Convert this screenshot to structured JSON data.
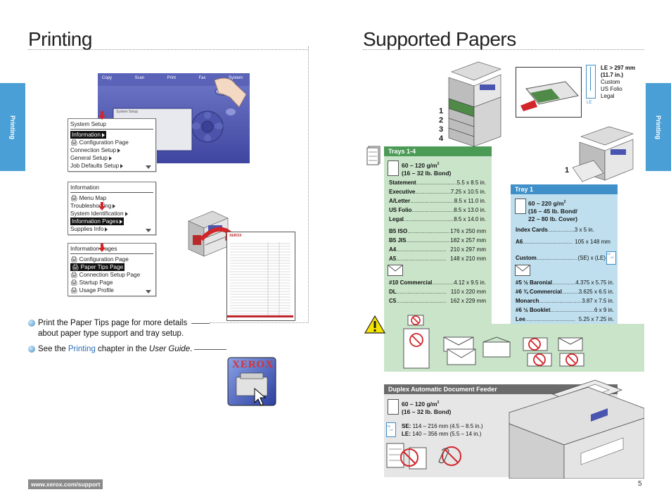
{
  "left_page": {
    "title": "Printing",
    "side_tab": "Printing",
    "panel_buttons": [
      "Copy",
      "Scan",
      "Print",
      "Fax",
      "System"
    ],
    "panel_screen_label": "System Setup",
    "menus": [
      {
        "header": "System Setup",
        "items": [
          {
            "label": "Information",
            "selected": true,
            "arrow": true,
            "icon": false
          },
          {
            "label": "Configuration Page",
            "selected": false,
            "arrow": false,
            "icon": true
          },
          {
            "label": "Connection Setup",
            "selected": false,
            "arrow": true,
            "icon": false
          },
          {
            "label": "General Setup",
            "selected": false,
            "arrow": true,
            "icon": false
          },
          {
            "label": "Job Defaults Setup",
            "selected": false,
            "arrow": true,
            "icon": false
          }
        ]
      },
      {
        "header": "Information",
        "items": [
          {
            "label": "Menu Map",
            "selected": false,
            "arrow": false,
            "icon": true
          },
          {
            "label": "Troubleshooting",
            "selected": false,
            "arrow": true,
            "icon": false
          },
          {
            "label": "System Identification",
            "selected": false,
            "arrow": true,
            "icon": false
          },
          {
            "label": "Information Pages",
            "selected": true,
            "arrow": true,
            "icon": false
          },
          {
            "label": "Supplies Info",
            "selected": false,
            "arrow": true,
            "icon": false
          }
        ]
      },
      {
        "header": "Information Pages",
        "items": [
          {
            "label": "Configuration Page",
            "selected": false,
            "arrow": false,
            "icon": true
          },
          {
            "label": "Paper Tips Page",
            "selected": true,
            "arrow": false,
            "icon": true
          },
          {
            "label": "Connection Setup Page",
            "selected": false,
            "arrow": false,
            "icon": true
          },
          {
            "label": "Startup Page",
            "selected": false,
            "arrow": false,
            "icon": true
          },
          {
            "label": "Usage Profile",
            "selected": false,
            "arrow": false,
            "icon": true
          }
        ]
      }
    ],
    "tip_line1": "Print the Paper Tips page for more details",
    "tip_line2": "about paper type support and tray setup.",
    "see_prefix": "See the ",
    "see_link": "Printing",
    "see_middle": " chapter in the ",
    "see_guide": "User Guide",
    "see_suffix": ".",
    "xerox_logo": "XEROX",
    "footer_url": "www.xerox.com/support"
  },
  "right_page": {
    "title": "Supported Papers",
    "side_tab": "Printing",
    "page_number": "5",
    "tray_numbers": [
      "1",
      "2",
      "3",
      "4"
    ],
    "tray1_number": "1",
    "le_note": {
      "line1": "LE > 297 mm",
      "line2": "(11.7 in.)",
      "items": [
        "Custom",
        "US Folio",
        "Legal"
      ],
      "icon_label": "LE"
    },
    "trays14": {
      "header": "Trays 1-4",
      "weight_line1": "60 – 120 g/m",
      "weight_sup": "2",
      "weight_line2": "(16 – 32 lb. Bond)",
      "sizes_in": [
        {
          "name": "Statement",
          "value": "5.5 x 8.5 in."
        },
        {
          "name": "Executive",
          "value": "7.25 x 10.5 in."
        },
        {
          "name": "A/Letter",
          "value": "8.5 x 11.0 in."
        },
        {
          "name": "US Folio",
          "value": "8.5 x 13.0 in."
        },
        {
          "name": "Legal",
          "value": "8.5 x 14.0 in."
        }
      ],
      "sizes_mm": [
        {
          "name": "B5 ISO",
          "value": "176 x 250 mm"
        },
        {
          "name": "B5 JIS",
          "value": "182 x 257 mm"
        },
        {
          "name": "A4",
          "value": "210 x 297 mm"
        },
        {
          "name": "A5",
          "value": "148 x 210 mm"
        }
      ],
      "envelopes": [
        {
          "name": "#10 Commercial",
          "value": "4.12 x 9.5 in."
        },
        {
          "name": "DL",
          "value": "110 x 220 mm"
        },
        {
          "name": "C5",
          "value": "162 x 229 mm"
        }
      ]
    },
    "tray1": {
      "header": "Tray 1",
      "weight_line1": "60 – 220 g/m",
      "weight_sup": "2",
      "weight_line2": "(16 – 45 lb. Bond/",
      "weight_line3": "22 – 80 lb. Cover)",
      "index_cards": {
        "name": "Index Cards",
        "value": "3 x 5 in."
      },
      "a6": {
        "name": "A6",
        "value": "105 x 148 mm"
      },
      "custom": {
        "name": "Custom",
        "value": "(SE) x (LE)"
      },
      "custom_icon": {
        "se": "SE",
        "le": "LE"
      },
      "envelopes": [
        {
          "name": "#5 ½ Baronial",
          "value": "4.375 x 5.75 in."
        },
        {
          "name": "#6 ¾ Commercial",
          "value": "3.625 x 6.5 in."
        },
        {
          "name": "Monarch",
          "value": "3.87 x 7.5 in."
        },
        {
          "name": "#6 ½ Booklet",
          "value": "6 x 9 in."
        },
        {
          "name": "Lee",
          "value": "5.25 x 7.25 in."
        }
      ]
    },
    "adf": {
      "header": "Duplex Automatic Document Feeder",
      "weight_line1": "60 – 120 g/m",
      "weight_sup": "2",
      "weight_line2": "(16 – 32 lb. Bond)",
      "se_label": "SE:",
      "se_value": "114 – 216 mm (4.5 – 8.5 in.)",
      "le_label": "LE:",
      "le_value": "140 – 356 mm (5.5 – 14 in.)",
      "icon_labels": {
        "se": "SE",
        "le": "LE"
      }
    }
  }
}
